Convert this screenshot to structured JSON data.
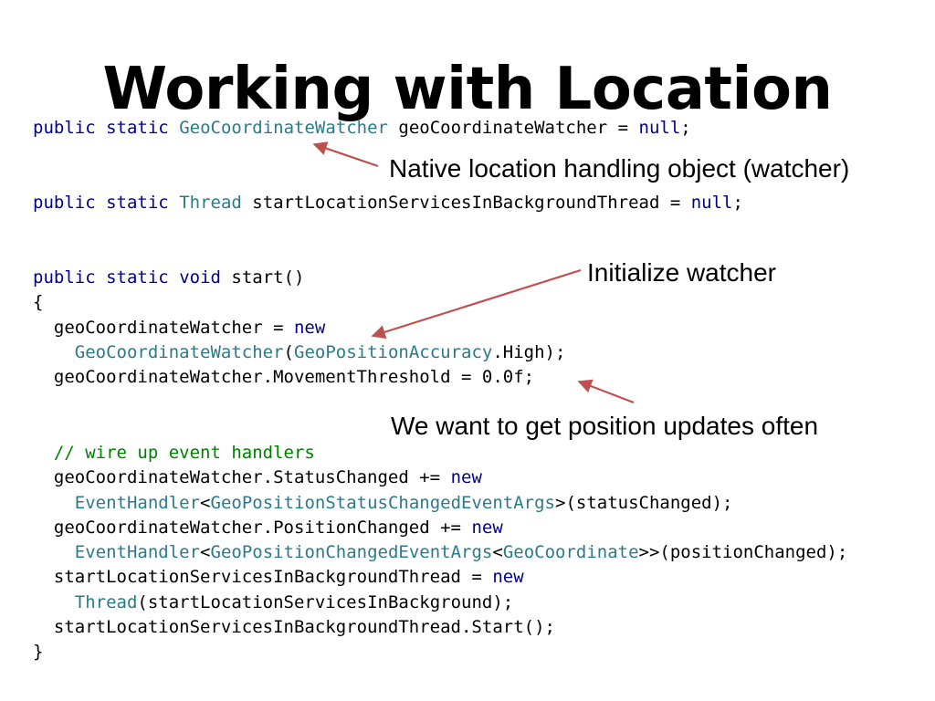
{
  "slide": {
    "title": "Working with Location",
    "annotations": {
      "watcher": "Native location handling object (watcher)",
      "init": "Initialize watcher",
      "updates": "We want to get position updates often"
    },
    "colors": {
      "keyword": "#00008b",
      "type": "#2b7a8b",
      "comment": "#008000",
      "arrow": "#c0504d"
    },
    "code_block_1": [
      [
        {
          "t": "public",
          "c": "kw"
        },
        {
          "t": " "
        },
        {
          "t": "static",
          "c": "kw"
        },
        {
          "t": " "
        },
        {
          "t": "GeoCoordinateWatcher",
          "c": "ty"
        },
        {
          "t": " geoCoordinateWatcher = "
        },
        {
          "t": "null",
          "c": "kw"
        },
        {
          "t": ";"
        }
      ]
    ],
    "code_block_2": [
      [
        {
          "t": "public",
          "c": "kw"
        },
        {
          "t": " "
        },
        {
          "t": "static",
          "c": "kw"
        },
        {
          "t": " "
        },
        {
          "t": "Thread",
          "c": "ty"
        },
        {
          "t": " startLocationServicesInBackgroundThread = "
        },
        {
          "t": "null",
          "c": "kw"
        },
        {
          "t": ";"
        }
      ]
    ],
    "code_block_3": [
      [
        {
          "t": "public",
          "c": "kw"
        },
        {
          "t": " "
        },
        {
          "t": "static",
          "c": "kw"
        },
        {
          "t": " "
        },
        {
          "t": "void",
          "c": "kw"
        },
        {
          "t": " start()"
        }
      ],
      [
        {
          "t": "{"
        }
      ],
      [
        {
          "t": "  geoCoordinateWatcher = "
        },
        {
          "t": "new",
          "c": "kw"
        }
      ],
      [
        {
          "t": "    "
        },
        {
          "t": "GeoCoordinateWatcher",
          "c": "ty"
        },
        {
          "t": "("
        },
        {
          "t": "GeoPositionAccuracy",
          "c": "ty"
        },
        {
          "t": ".High);"
        }
      ],
      [
        {
          "t": "  geoCoordinateWatcher.MovementThreshold = 0.0f;"
        }
      ]
    ],
    "code_block_4": [
      [
        {
          "t": "  "
        },
        {
          "t": "// wire up event handlers",
          "c": "cm"
        }
      ],
      [
        {
          "t": "  geoCoordinateWatcher.StatusChanged += "
        },
        {
          "t": "new",
          "c": "kw"
        }
      ],
      [
        {
          "t": "    "
        },
        {
          "t": "EventHandler",
          "c": "ty"
        },
        {
          "t": "<"
        },
        {
          "t": "GeoPositionStatusChangedEventArgs",
          "c": "ty"
        },
        {
          "t": ">(statusChanged);"
        }
      ],
      [
        {
          "t": "  geoCoordinateWatcher.PositionChanged += "
        },
        {
          "t": "new",
          "c": "kw"
        }
      ],
      [
        {
          "t": "    "
        },
        {
          "t": "EventHandler",
          "c": "ty"
        },
        {
          "t": "<"
        },
        {
          "t": "GeoPositionChangedEventArgs",
          "c": "ty"
        },
        {
          "t": "<"
        },
        {
          "t": "GeoCoordinate",
          "c": "ty"
        },
        {
          "t": ">>(positionChanged);"
        }
      ],
      [
        {
          "t": "  startLocationServicesInBackgroundThread = "
        },
        {
          "t": "new",
          "c": "kw"
        }
      ],
      [
        {
          "t": "    "
        },
        {
          "t": "Thread",
          "c": "ty"
        },
        {
          "t": "(startLocationServicesInBackground);"
        }
      ],
      [
        {
          "t": "  startLocationServicesInBackgroundThread.Start();"
        }
      ],
      [
        {
          "t": "}"
        }
      ]
    ]
  }
}
